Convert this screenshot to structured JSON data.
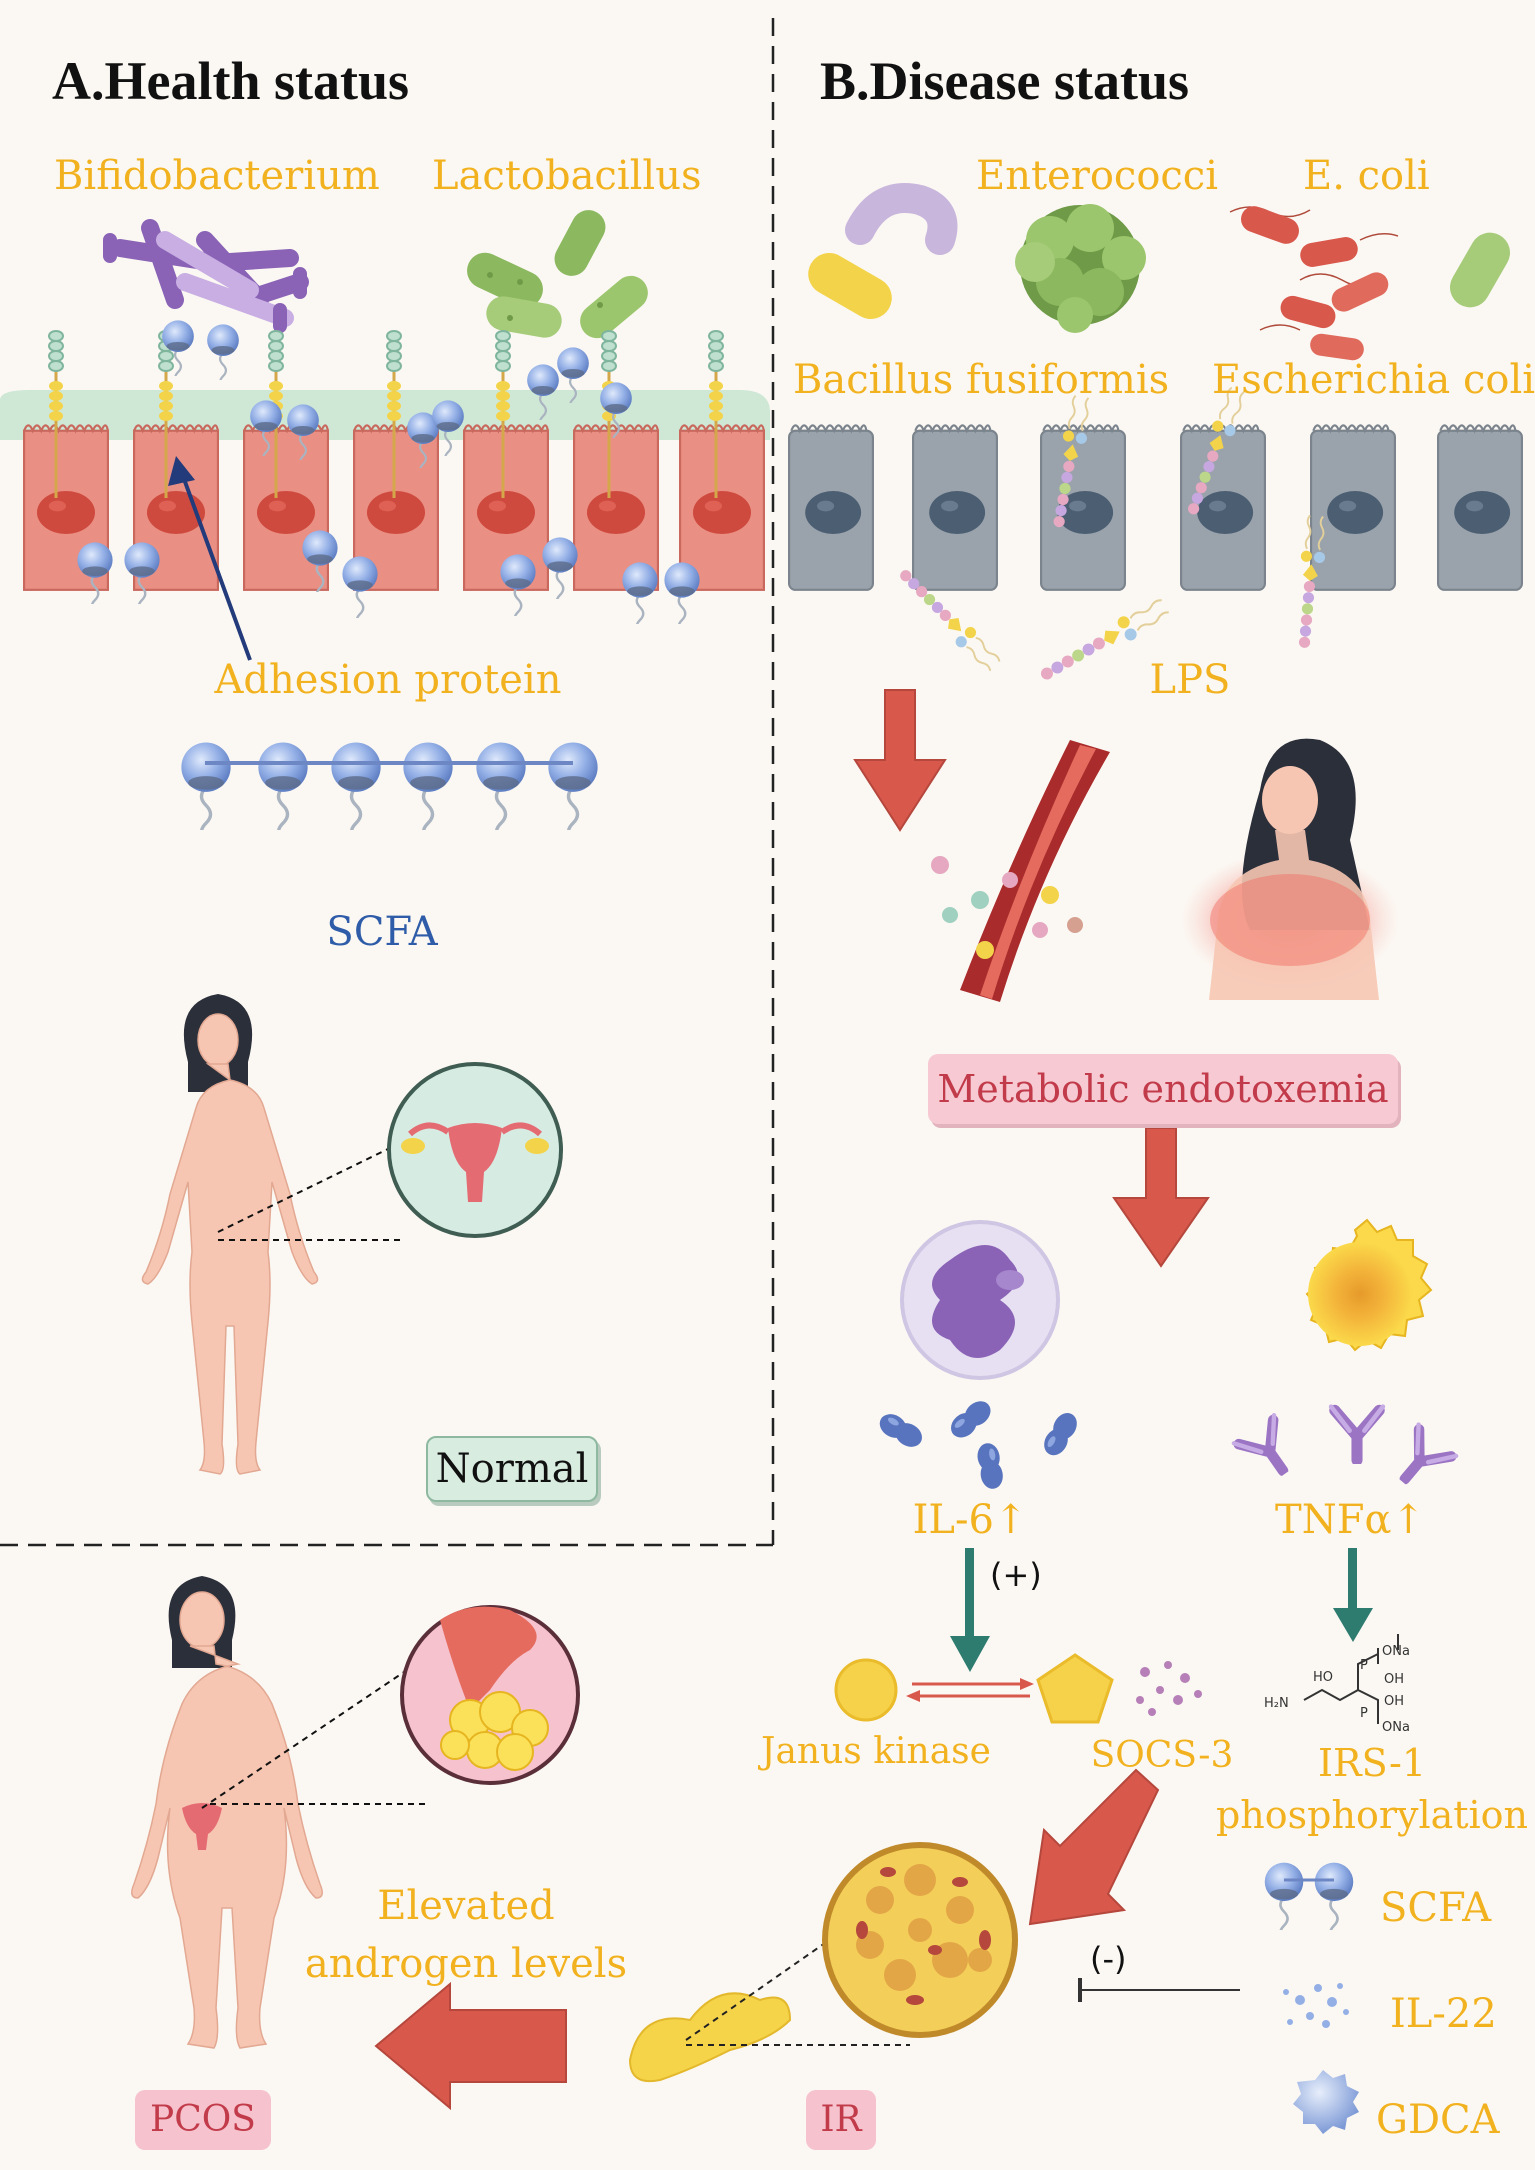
{
  "panels": {
    "health_title": "A.Health status",
    "disease_title": "B.Disease status"
  },
  "health": {
    "bacteria_1": "Bifidobacterium",
    "bacteria_2": "Lactobacillus",
    "adhesion": "Adhesion protein",
    "scfa": "SCFA",
    "normal": "Normal"
  },
  "disease": {
    "bacteria_1": "Enterococci",
    "bacteria_2": "E. coli",
    "bacteria_3": "Bacillus fusiformis",
    "bacteria_4": "Escherichia coli",
    "lps": "LPS",
    "endotoxemia": "Metabolic endotoxemia",
    "il6": "IL-6↑",
    "tnfa": "TNFα↑",
    "plus": "(+)",
    "janus": "Janus kinase",
    "socs": "SOCS-3",
    "irs_line1": "IRS-1",
    "irs_line2": "phosphorylation",
    "inhibitors": [
      "SCFA",
      "IL-22",
      "GDCA"
    ],
    "minus": "(-)"
  },
  "outcome": {
    "androgen_line1": "Elevated",
    "androgen_line2": "androgen levels",
    "pcos": "PCOS",
    "ir": "IR"
  },
  "chem_labels": [
    "ONa",
    "OH",
    "HO",
    "OH",
    "H₂N",
    "ONa",
    "P",
    "P"
  ],
  "colors": {
    "label_yellow": "#f2b21f",
    "scfa_blue": "#2f5ca8",
    "arrow_red": "#d9584c",
    "arrow_teal": "#2e7b70",
    "epithelium": "#e98b80",
    "disease_cell": "#9aa3ac"
  }
}
